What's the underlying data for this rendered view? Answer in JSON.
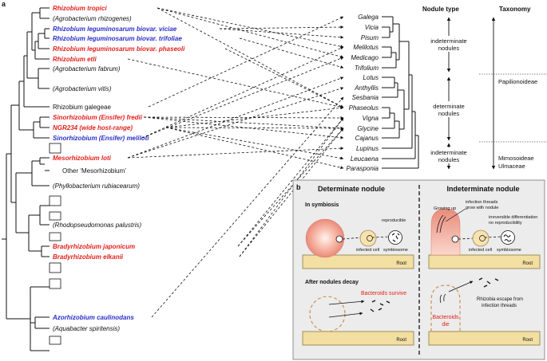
{
  "panel_a": {
    "label": "a",
    "bacteria": [
      {
        "text": "Rhizobium tropici",
        "color": "red"
      },
      {
        "text": "(Agrobacterium rhizogenes)",
        "color": "black"
      },
      {
        "text": "Rhizobium leguminosarum biovar. viciae",
        "color": "blue"
      },
      {
        "text": "Rhizobium leguminosarum biovar. trifoliae",
        "color": "blue"
      },
      {
        "text": "Rhizobium leguminosarum biovar. phaseoli",
        "color": "red"
      },
      {
        "text": "Rhizobium etli",
        "color": "red"
      },
      {
        "text": "(Agrobacterium fabrum)",
        "color": "black"
      },
      {
        "text": "(Agrobacterium vitis)",
        "color": "black"
      },
      {
        "text": "Rhizobium galegeae",
        "color": "black"
      },
      {
        "text": "Sinorhizobium (Ensifer) fredii",
        "color": "red"
      },
      {
        "text": "NGR234 (wide host-range)",
        "color": "red"
      },
      {
        "text": "Sinorhizobium (Ensifer) meliloti",
        "color": "blue"
      },
      {
        "text": "Mesorhizobium loti",
        "color": "red"
      },
      {
        "text": "Other ‘Mesorhizobium’",
        "color": "black"
      },
      {
        "text": "(Phyllobacterium rubiacearum)",
        "color": "black"
      },
      {
        "text": "(Rhodopseudomonas palustris)",
        "color": "black"
      },
      {
        "text": "Bradyrhizobium japonicum",
        "color": "red"
      },
      {
        "text": "Bradyrhizobium elkanii",
        "color": "red"
      },
      {
        "text": "Azorhizobium caulinodans",
        "color": "blue"
      },
      {
        "text": "(Aquabacter spiritensis)",
        "color": "black"
      }
    ],
    "plants": [
      "Galega",
      "Vicia",
      "Pisum",
      "Melilotus",
      "Medicago",
      "Trifolium",
      "Lotus",
      "Anthyllis",
      "Sesbania",
      "Phaseolus",
      "Vigna",
      "Glycine",
      "Cajanus",
      "Lupinus",
      "Leucaena",
      "Parasponia"
    ],
    "headers": {
      "nodule_type": "Nodule type",
      "taxonomy": "Taxonomy"
    },
    "nodule_groups": [
      {
        "line1": "indeterminate",
        "line2": "nodules"
      },
      {
        "line1": "determinate",
        "line2": "nodules"
      },
      {
        "line1": "indeterminate",
        "line2": "nodules"
      }
    ],
    "taxonomy": [
      "Papilionoideae",
      "Mimosoideae",
      "Ulmaceae"
    ]
  },
  "panel_b": {
    "label": "b",
    "determinate_title": "Determinate nodule",
    "indeterminate_title": "Indeterminate nodule",
    "in_symbiosis": "In symbiosis",
    "after_decay": "After nodules decay",
    "reproducible": "reproducible",
    "infected_cell": "infected cell",
    "symbiosome": "symbiosome",
    "root": "Root",
    "growing_up": "Growing up",
    "threads_line1": "infection threads",
    "threads_line2": "grow with nodule",
    "irreversible_line1": "irreversible differentiation",
    "irreversible_line2": "no reproducibility",
    "bacteroids_survive": "Bacteroids survive",
    "bacteroids_die_line1": "Bacteroids",
    "bacteroids_die_line2": "die",
    "rhizobia_line1": "Rhizobia escape from",
    "rhizobia_line2": "infection threads"
  },
  "colors": {
    "red": "#e3211c",
    "blue": "#2b2fc8",
    "black": "#111111",
    "root": "#f2dfa1",
    "cell": "#f6e3b0",
    "panel_bg": "#ececec",
    "nodule_outline": "#c9915a"
  }
}
